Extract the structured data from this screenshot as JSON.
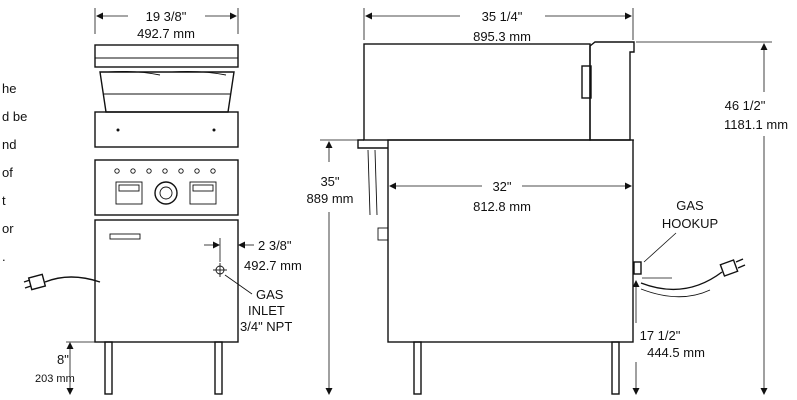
{
  "side_text": [
    "he",
    "d be",
    "nd",
    "of",
    "t",
    "or",
    "."
  ],
  "front_view": {
    "width_imperial": "19 3/8\"",
    "width_metric": "492.7 mm",
    "inlet_offset_imperial": "2 3/8\"",
    "inlet_offset_metric": "492.7 mm",
    "gas_inlet_line1": "GAS",
    "gas_inlet_line2": "INLET",
    "gas_inlet_line3": "3/4\" NPT",
    "leg_height_imperial": "8\"",
    "leg_height_metric": "203 mm"
  },
  "side_view": {
    "overall_depth_imperial": "35 1/4\"",
    "overall_depth_metric": "895.3 mm",
    "overall_height_imperial": "46 1/2\"",
    "overall_height_metric": "1181.1 mm",
    "work_height_imperial": "35\"",
    "work_height_metric": "889 mm",
    "cabinet_depth_imperial": "32\"",
    "cabinet_depth_metric": "812.8 mm",
    "gas_hookup_line1": "GAS",
    "gas_hookup_line2": "HOOKUP",
    "hookup_height_imperial": "17 1/2\"",
    "hookup_height_metric": "444.5 mm"
  }
}
